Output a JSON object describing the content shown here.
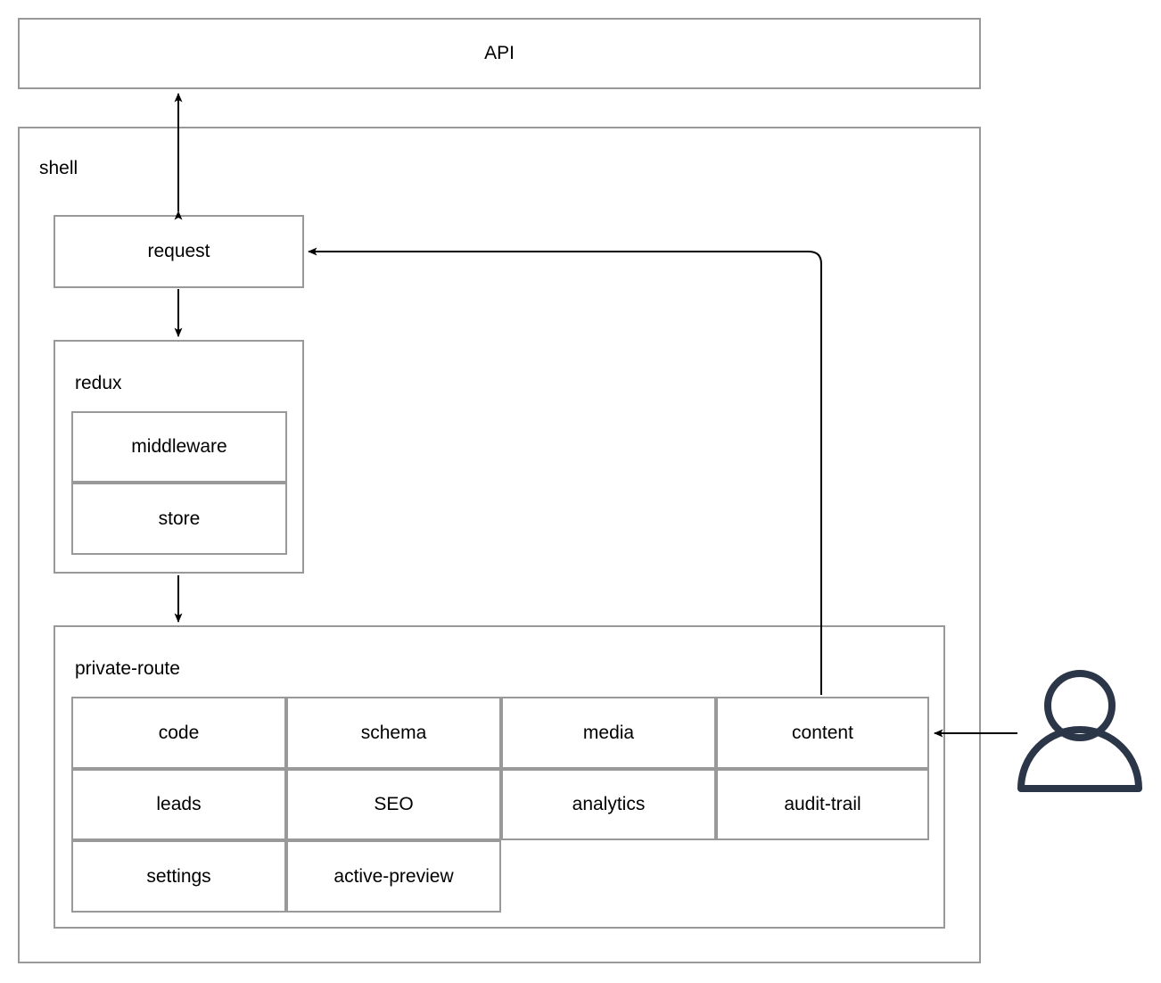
{
  "diagram": {
    "title_note": "",
    "style": {
      "box_border_color": "#999999",
      "connector_color": "#000000",
      "actor_color": "#2b3648",
      "background": "#ffffff",
      "text_color": "#000000"
    }
  },
  "api": {
    "label": "API"
  },
  "shell": {
    "label": "shell"
  },
  "request": {
    "label": "request"
  },
  "redux": {
    "label": "redux",
    "children": [
      {
        "label": "middleware"
      },
      {
        "label": "store"
      }
    ]
  },
  "private_route": {
    "label": "private-route",
    "grid": {
      "rows": [
        [
          "code",
          "schema",
          "media",
          "content"
        ],
        [
          "leads",
          "SEO",
          "analytics",
          "audit-trail"
        ],
        [
          "settings",
          "active-preview"
        ]
      ]
    }
  },
  "actor": {
    "name": "user-actor-icon"
  },
  "connectors": [
    {
      "name": "api-request-bidirectional",
      "from": "api",
      "to": "request",
      "arrows": "both"
    },
    {
      "name": "request-redux",
      "from": "request",
      "to": "redux",
      "arrows": "end"
    },
    {
      "name": "redux-private-route",
      "from": "redux",
      "to": "private-route",
      "arrows": "end"
    },
    {
      "name": "content-request-feedback",
      "from": "content",
      "to": "request",
      "arrows": "end"
    },
    {
      "name": "user-content",
      "from": "user-actor",
      "to": "content",
      "arrows": "end"
    }
  ]
}
